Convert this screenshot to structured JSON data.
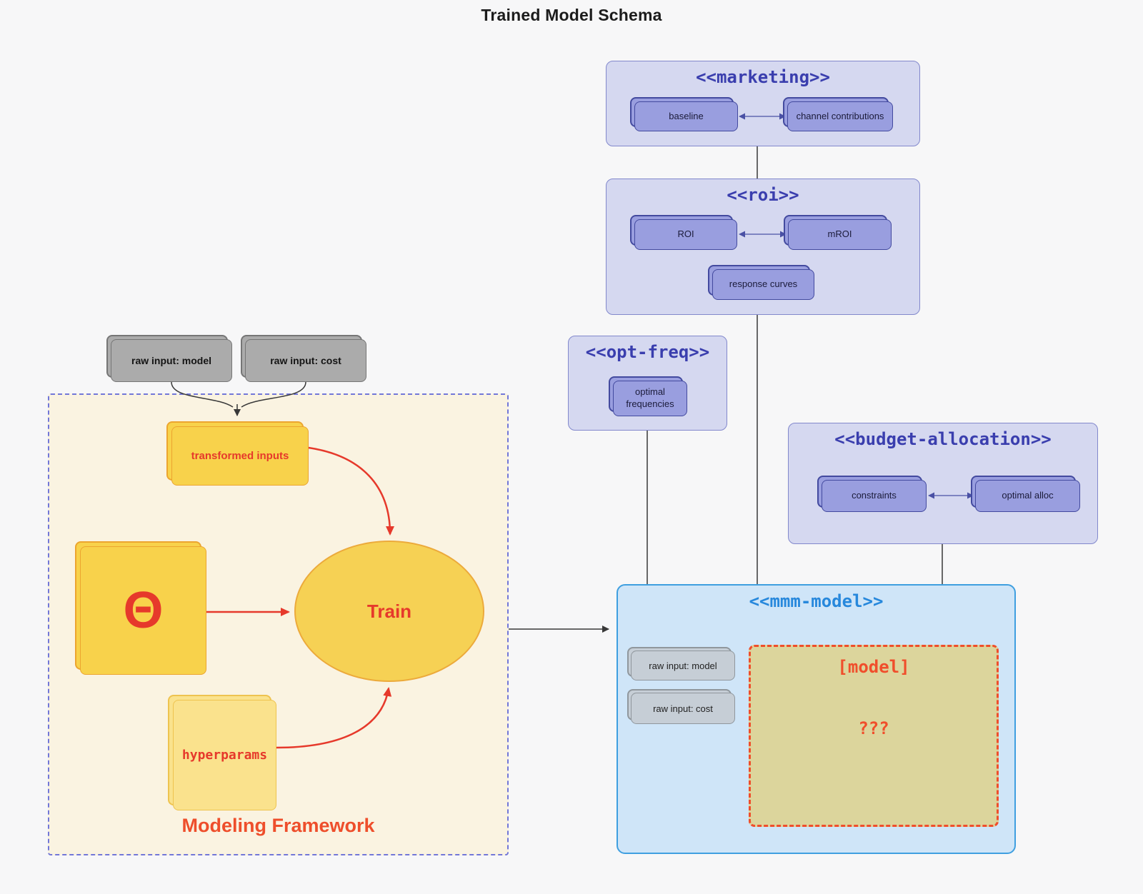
{
  "title": "Trained Model Schema",
  "clusters": {
    "marketing": {
      "label": "<<marketing>>"
    },
    "roi": {
      "label": "<<roi>>"
    },
    "opt_freq": {
      "label": "<<opt-freq>>"
    },
    "budget_allocation": {
      "label": "<<budget-allocation>>"
    },
    "mmm_model": {
      "label": "<<mmm-model>>"
    },
    "modeling_framework": {
      "label": "Modeling Framework"
    }
  },
  "nodes": {
    "baseline": "baseline",
    "channel_contributions": "channel contributions",
    "roi": "ROI",
    "mroi": "mROI",
    "response_curves": "response curves",
    "optimal_frequencies": "optimal frequencies",
    "constraints": "constraints",
    "optimal_alloc": "optimal alloc",
    "raw_input_model": "raw input: model",
    "raw_input_cost": "raw input: cost",
    "transformed_inputs": "transformed inputs",
    "theta": "Θ",
    "train": "Train",
    "hyperparams": "hyperparams",
    "mmm_raw_input_model": "raw input: model",
    "mmm_raw_input_cost": "raw input: cost",
    "model_placeholder": "[model]",
    "unknown": "???"
  },
  "colors": {
    "page_background": "#f7f7f8",
    "purple_cluster_fill": "#d5d8f0",
    "purple_cluster_border": "#8288cc",
    "purple_title": "#3a3eae",
    "purple_node_fill": "#999edf",
    "purple_node_border": "#434a9f",
    "blue_cluster_fill": "#cfe5f8",
    "blue_cluster_border": "#3f9fe0",
    "blue_title": "#2788dc",
    "cream_fill": "#faf3e1",
    "cream_border": "#7277d8",
    "yellow_fill": "#f8d24b",
    "yellow_border": "#eca52f",
    "light_yellow_fill": "#fae28d",
    "khaki_fill": "#dcd59c",
    "red_accent": "#e6392b",
    "orange_red": "#ee4e2b",
    "gray_node_fill": "#ababab",
    "gray_node_border": "#767676",
    "mmm_gray_fill": "#c6ced6",
    "edge_dark": "#383838"
  }
}
